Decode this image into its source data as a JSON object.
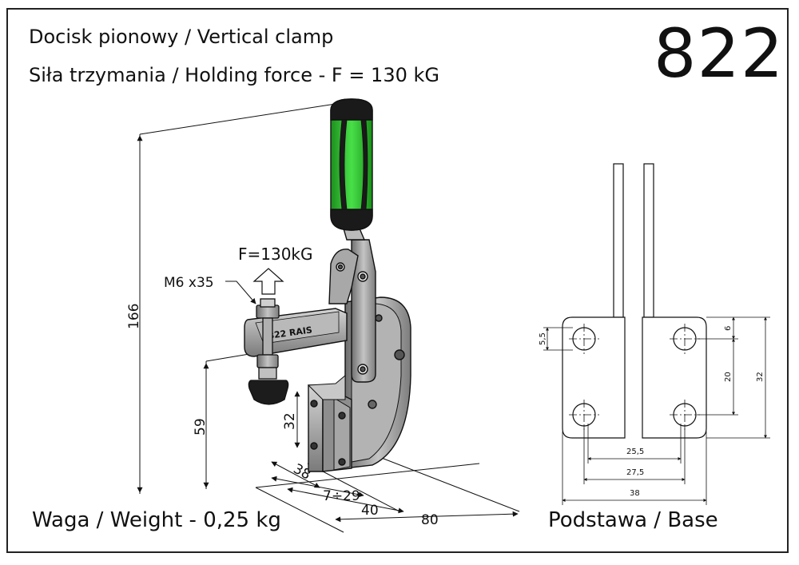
{
  "header": {
    "title_line1": "Docisk pionowy / Vertical clamp",
    "title_line2": "Siła trzymania / Holding force - F = 130 kG",
    "model_number": "822"
  },
  "footer": {
    "weight": "Waga / Weight - 0,25 kg",
    "base_caption": "Podstawa / Base"
  },
  "clamp_view": {
    "force_label": "F=130kG",
    "screw_label": "M6 x35",
    "arm_marking": "822 RAIS",
    "dimensions": {
      "height_total": "166",
      "spindle_height": "59",
      "base_height": "32",
      "base_depth": "38",
      "spindle_range": "7÷29",
      "reach": "40",
      "length": "80"
    }
  },
  "base_view": {
    "hole_dia": "5,5",
    "edge_offset": "6",
    "hole_spacing_v": "20",
    "height": "32",
    "hole_spacing_h_inner": "25,5",
    "hole_spacing_h_outer": "27,5",
    "width": "38"
  },
  "colors": {
    "handle_green": "#2ec02e",
    "handle_black": "#1a1a1a",
    "steel": "#9a9a9a",
    "outline": "#111111"
  }
}
